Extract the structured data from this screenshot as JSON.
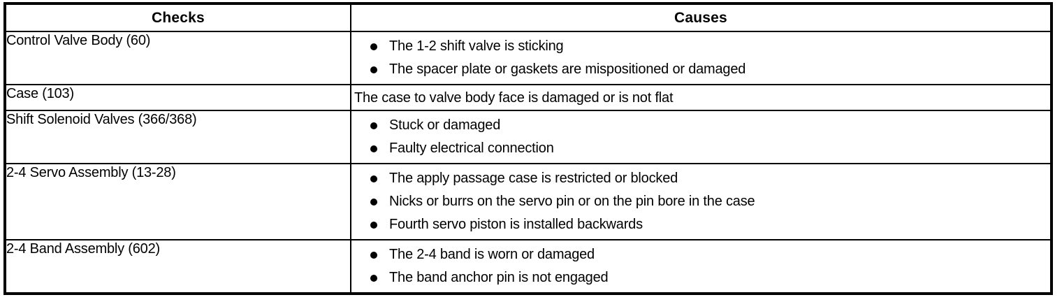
{
  "document": {
    "colors": {
      "ink": "#000000",
      "paper": "#ffffff"
    },
    "table": {
      "headers": {
        "checks": "Checks",
        "causes": "Causes"
      },
      "rows": [
        {
          "check": "Control Valve Body (60)",
          "bulleted": true,
          "causes": [
            "The 1-2 shift valve is sticking",
            "The spacer plate or gaskets are mispositioned or damaged"
          ]
        },
        {
          "check": "Case (103)",
          "bulleted": false,
          "causes": [
            "The case to valve body face is damaged or is not flat"
          ]
        },
        {
          "check": "Shift Solenoid Valves (366/368)",
          "bulleted": true,
          "causes": [
            "Stuck or damaged",
            "Faulty electrical connection"
          ]
        },
        {
          "check": "2-4 Servo Assembly (13-28)",
          "bulleted": true,
          "causes": [
            "The apply passage case is restricted or blocked",
            "Nicks or burrs on the servo pin or on the pin bore in the case",
            "Fourth servo piston is installed backwards"
          ]
        },
        {
          "check": "2-4 Band Assembly (602)",
          "bulleted": true,
          "causes": [
            "The 2-4 band is worn or damaged",
            "The band anchor pin is not engaged"
          ]
        }
      ]
    }
  }
}
